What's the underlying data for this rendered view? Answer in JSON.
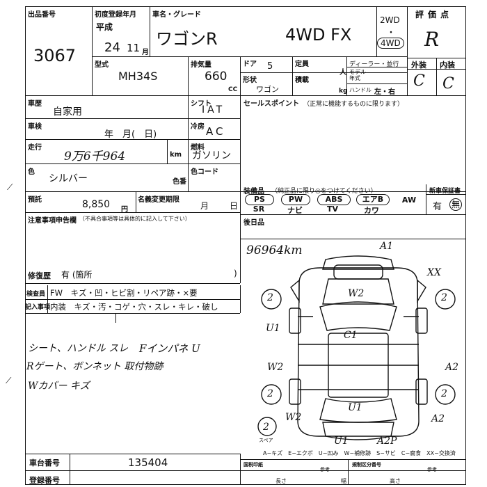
{
  "header": {
    "lot_label": "出品番号",
    "lot_no": "3067",
    "first_reg_label": "初度登録年月",
    "era": "平成",
    "year": "24",
    "month": "11",
    "month_unit": "月",
    "name_label": "車名・グレード",
    "car_name": "ワゴンR",
    "grade": "4WD FX",
    "drive_2wd": "2WD",
    "drive_dot": "・",
    "drive_4wd": "4WD",
    "score_label": "評価点",
    "score": "R",
    "ext_label": "外装",
    "int_label": "内装",
    "ext_grade": "C",
    "int_grade": "C"
  },
  "specs": {
    "model_label": "型式",
    "model": "MH34S",
    "cc_label": "排気量",
    "cc": "660",
    "cc_unit": "CC",
    "doors_label": "ドア",
    "doors": "5",
    "body_label": "形状",
    "body": "ワゴン",
    "seats_label": "定員",
    "seats_unit": "人",
    "load_label": "積載",
    "load_unit": "kg",
    "dealer": "ディーラー・並行",
    "model_year": "モデル\n年式",
    "handle_label": "ハンドル",
    "handle": "左・右"
  },
  "details": {
    "usage_label": "車歴",
    "usage": "自家用",
    "inspection_label": "車検",
    "inspection": "年　月(　日)",
    "mileage_label": "走行",
    "mileage": "9万6千964",
    "mileage_unit": "km",
    "color_label": "色",
    "color": "シルバー",
    "color_no_label": "色番",
    "color_code_label": "色コード",
    "shift_label": "シフト",
    "shift": "IAT",
    "ac_label": "冷房",
    "ac": "AC",
    "fuel_label": "燃料",
    "fuel": "ガソリン",
    "recycle_label": "預託",
    "recycle": "8,850",
    "recycle_unit": "円",
    "tax_label": "名義変更期限",
    "tax_month": "月",
    "tax_day": "日"
  },
  "sales": {
    "label": "セールスポイント",
    "sub": "（正常に機能するものに限ります）"
  },
  "equipment": {
    "label": "装備品",
    "sub": "（純正品に限り◎をつけてください）",
    "row1": [
      "PS",
      "PW",
      "ABS",
      "エアB",
      "AW"
    ],
    "row2": [
      "SR",
      "ナビ",
      "TV",
      "カワ"
    ],
    "warranty_label": "新車保証書",
    "warranty_yes": "有",
    "warranty_no": "無"
  },
  "rear": {
    "label": "後日品"
  },
  "notes": {
    "label": "注意事項申告欄",
    "sub": "（不具合事項等は具体的に記入して下さい）",
    "repair_label": "修復歴",
    "repair_value": "有 (箇所",
    "repair_close": ")"
  },
  "inspect": {
    "label1": "検査員",
    "label2": "記入事項",
    "row1": "FW　キズ・凹・ヒビ割・リペア跡・×要",
    "row2": "内装　キズ・汚・コゲ・穴・スレ・キレ・破し",
    "handwritten": [
      "シート、ハンドル スレ",
      "Fインパネ U",
      "Rゲート、ボンネット 取付物跡",
      "Wカバー キズ"
    ]
  },
  "diagram": {
    "odometer_note": "96964km",
    "legend": "A−キズ　E−エクボ　U−凹み　W−補修跡　S−サビ　C−腐食　XX−交換済",
    "spare_label": "スペア",
    "marks": [
      "A1",
      "XX",
      "W2",
      "U1",
      "C1",
      "W2",
      "A2",
      "U1",
      "W2",
      "A2",
      "U1",
      "A2P",
      "2",
      "2",
      "2",
      "2",
      "2"
    ]
  },
  "footer": {
    "chassis_label": "車台番号",
    "chassis": "135404",
    "reg_label": "登録番号",
    "right1": "国税印紙",
    "right2": "参考",
    "right3": "規制区分番号",
    "right4": "参考",
    "right5": "長さ",
    "right6": "幅",
    "right7": "高さ"
  }
}
